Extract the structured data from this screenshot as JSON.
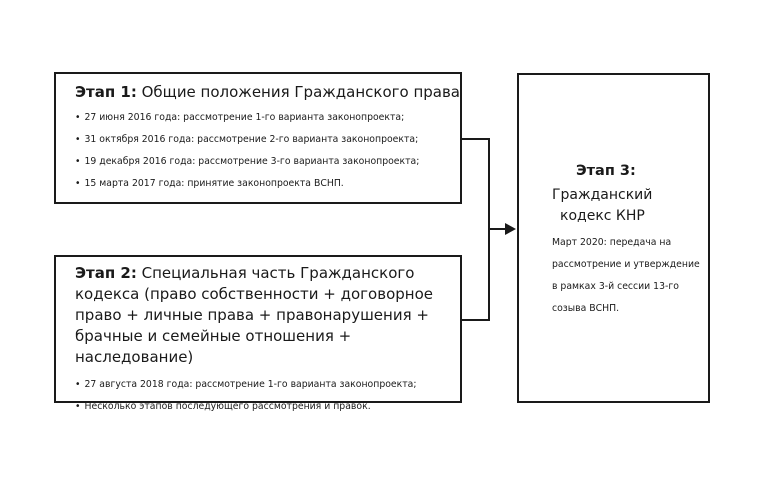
{
  "stage1": {
    "label": "Этап 1:",
    "title": " Общие положения Гражданского права",
    "items": [
      "27 июня 2016 года: рассмотрение 1-го варианта законопроекта;",
      "31 октября 2016 года: рассмотрение 2-го варианта законопроекта;",
      "19 декабря 2016 года: рассмотрение 3-го варианта законопроекта;",
      "15 марта 2017 года: принятие законопроекта ВСНП."
    ]
  },
  "stage2": {
    "label": "Этап 2:",
    "title": " Специальная часть Гражданского кодекса (право собственности + договорное право + личные права + правонарушения + брачные и семейные отношения + наследование)",
    "items": [
      "27 августа 2018 года: рассмотрение 1-го варианта законопроекта;",
      "Несколько этапов последующего рассмотрения и правок."
    ]
  },
  "stage3": {
    "label": "Этап 3:",
    "title_line1": "Гражданский",
    "title_line2": "кодекс КНР",
    "description": "Март 2020: передача на рассмотрение и утверждение в рамках 3-й сессии 13-го созыва ВСНП."
  }
}
